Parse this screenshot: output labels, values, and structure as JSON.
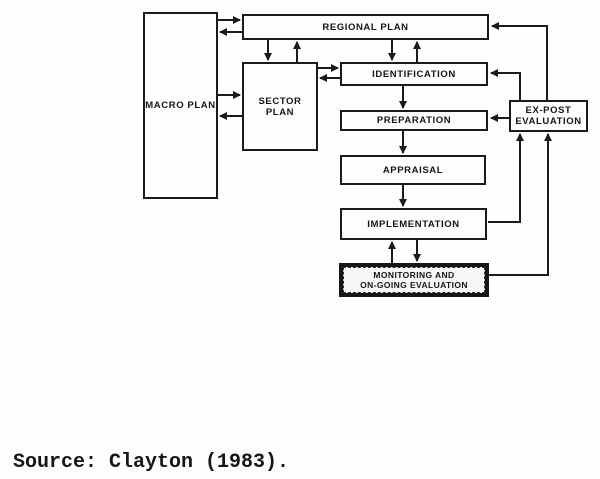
{
  "diagram": {
    "nodes": {
      "macro_plan": {
        "label": "MACRO PLAN"
      },
      "regional_plan": {
        "label": "REGIONAL PLAN"
      },
      "sector_plan": {
        "label": "SECTOR PLAN"
      },
      "identification": {
        "label": "IDENTIFICATION"
      },
      "preparation": {
        "label": "PREPARATION"
      },
      "appraisal": {
        "label": "APPRAISAL"
      },
      "implementation": {
        "label": "IMPLEMENTATION"
      },
      "monitoring": {
        "line1": "MONITORING AND",
        "line2": "ON-GOING EVALUATION"
      },
      "ex_post": {
        "line1": "EX-POST",
        "line2": "EVALUATION"
      }
    },
    "edges": [
      {
        "from": "macro_plan",
        "to": "regional_plan"
      },
      {
        "from": "regional_plan",
        "to": "macro_plan"
      },
      {
        "from": "macro_plan",
        "to": "sector_plan"
      },
      {
        "from": "sector_plan",
        "to": "macro_plan"
      },
      {
        "from": "regional_plan",
        "to": "sector_plan"
      },
      {
        "from": "sector_plan",
        "to": "regional_plan"
      },
      {
        "from": "regional_plan",
        "to": "identification"
      },
      {
        "from": "identification",
        "to": "regional_plan"
      },
      {
        "from": "sector_plan",
        "to": "identification"
      },
      {
        "from": "identification",
        "to": "sector_plan"
      },
      {
        "from": "identification",
        "to": "preparation"
      },
      {
        "from": "preparation",
        "to": "appraisal"
      },
      {
        "from": "appraisal",
        "to": "implementation"
      },
      {
        "from": "monitoring",
        "to": "implementation"
      },
      {
        "from": "implementation",
        "to": "monitoring"
      },
      {
        "from": "implementation",
        "to": "ex_post"
      },
      {
        "from": "monitoring",
        "to": "ex_post"
      },
      {
        "from": "ex_post",
        "to": "identification"
      },
      {
        "from": "ex_post",
        "to": "preparation"
      },
      {
        "from": "ex_post",
        "to": "regional_plan"
      }
    ],
    "caption": "Source: Clayton (1983).",
    "colors": {
      "ink": "#1b1b1b",
      "background": "#fdfdfd"
    }
  }
}
